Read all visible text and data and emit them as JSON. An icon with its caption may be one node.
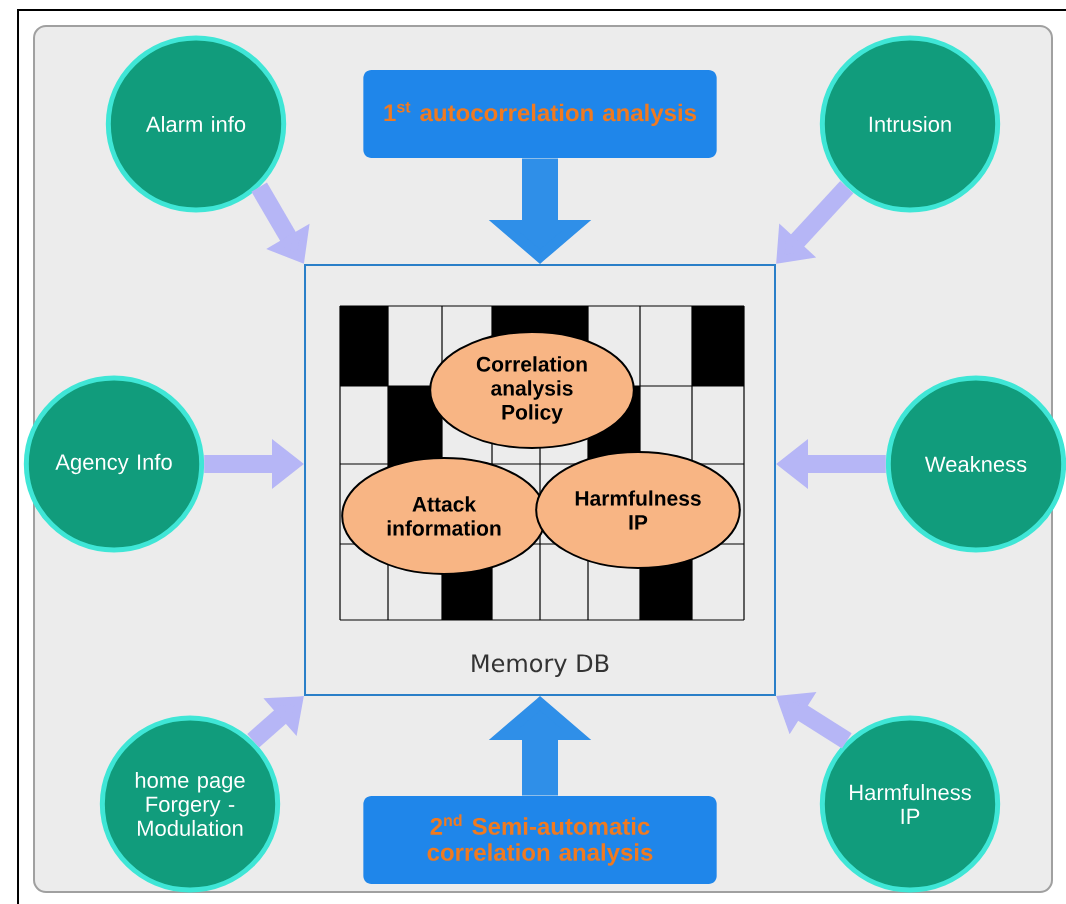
{
  "diagram": {
    "nodes": [
      {
        "text": [
          "Alarm info"
        ]
      },
      {
        "text": [
          "1$^{st}$ autocorrelation analysis"
        ]
      },
      {
        "text": [
          "Intrusion"
        ]
      },
      {
        "text": [
          "Memory DB"
        ]
      },
      {
        "text": [
          "Correlation analysis Policy"
        ],
        "in": 3
      },
      {
        "text": [
          "Attack information"
        ],
        "in": 3
      },
      {
        "text": [
          "Harmfulness IP"
        ],
        "in": 3
      },
      {
        "text": [
          "Agency Info"
        ]
      },
      {
        "text": [
          "Weakness"
        ]
      },
      {
        "text": [
          "home page Forgery - Modulation"
        ]
      },
      {
        "text": [
          "Harmfulness IP"
        ]
      },
      {
        "text": [
          "2$^{nd}$ Semi-automatic correlation analysis"
        ]
      }
    ],
    "edges": [
      {
        "from": 0,
        "to": 3,
        "arrow": "to"
      },
      {
        "from": 1,
        "to": 3,
        "arrow": "to",
        "style": "thick",
        "color": "#2f8fe8"
      },
      {
        "from": 2,
        "to": 3,
        "arrow": "to"
      },
      {
        "from": 7,
        "to": 3,
        "arrow": "to"
      },
      {
        "from": 8,
        "to": 3,
        "arrow": "to"
      },
      {
        "from": 9,
        "to": 3,
        "arrow": "to"
      },
      {
        "from": 11,
        "to": 3,
        "arrow": "to",
        "style": "thick",
        "color": "#2f8fe8"
      },
      {
        "from": 10,
        "to": 3,
        "arrow": "to"
      }
    ]
  }
}
